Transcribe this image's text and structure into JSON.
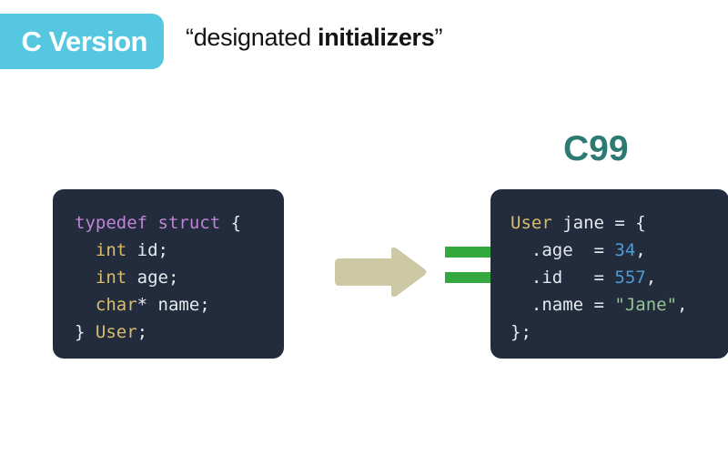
{
  "header": {
    "badge_label": "C Version",
    "badge_color": "#56c7e0",
    "subtitle_prefix": "“designated ",
    "subtitle_emphasis": "initializers",
    "subtitle_suffix": "”"
  },
  "version_label": {
    "text": "C99",
    "color": "#2d7a72"
  },
  "code_left": {
    "lines": [
      [
        {
          "t": "typedef",
          "c": "keyword"
        },
        {
          "t": " ",
          "c": "plain"
        },
        {
          "t": "struct",
          "c": "keyword"
        },
        {
          "t": " {",
          "c": "plain"
        }
      ],
      [
        {
          "t": "  ",
          "c": "plain"
        },
        {
          "t": "int",
          "c": "type"
        },
        {
          "t": " id;",
          "c": "plain"
        }
      ],
      [
        {
          "t": "  ",
          "c": "plain"
        },
        {
          "t": "int",
          "c": "type"
        },
        {
          "t": " age;",
          "c": "plain"
        }
      ],
      [
        {
          "t": "  ",
          "c": "plain"
        },
        {
          "t": "char",
          "c": "type"
        },
        {
          "t": "* name;",
          "c": "plain"
        }
      ],
      [
        {
          "t": "} ",
          "c": "plain"
        },
        {
          "t": "User",
          "c": "type"
        },
        {
          "t": ";",
          "c": "plain"
        }
      ]
    ],
    "background": "#232c3d"
  },
  "code_right": {
    "lines": [
      [
        {
          "t": "User",
          "c": "type"
        },
        {
          "t": " jane = {",
          "c": "plain"
        }
      ],
      [
        {
          "t": "  .age  = ",
          "c": "plain"
        },
        {
          "t": "34",
          "c": "number"
        },
        {
          "t": ",",
          "c": "plain"
        }
      ],
      [
        {
          "t": "  .id   = ",
          "c": "plain"
        },
        {
          "t": "557",
          "c": "number"
        },
        {
          "t": ",",
          "c": "plain"
        }
      ],
      [
        {
          "t": "  .name = ",
          "c": "plain"
        },
        {
          "t": "\"Jane\"",
          "c": "string"
        },
        {
          "t": ",",
          "c": "plain"
        }
      ],
      [
        {
          "t": "};",
          "c": "plain"
        }
      ]
    ],
    "background": "#232c3d"
  },
  "arrow": {
    "color": "#ccc9a4",
    "direction": "right"
  },
  "highlights": [
    {
      "color": "#33a83f",
      "targets": ".age"
    },
    {
      "color": "#33a83f",
      "targets": ".id"
    }
  ]
}
